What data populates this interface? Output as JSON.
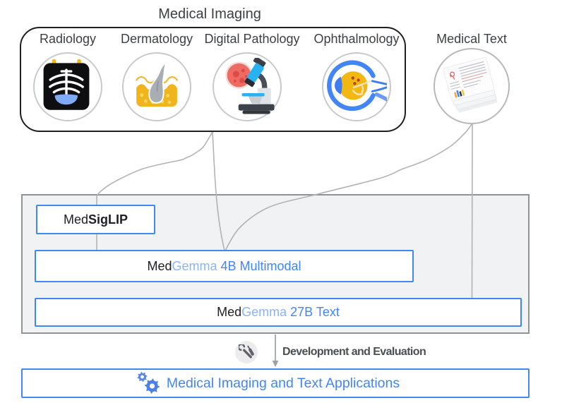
{
  "title": "Medical Imaging",
  "modalities": [
    {
      "label": "Radiology",
      "icon": "radiology-xray-icon"
    },
    {
      "label": "Dermatology",
      "icon": "dermatology-skin-icon"
    },
    {
      "label": "Digital Pathology",
      "icon": "pathology-microscope-icon"
    },
    {
      "label": "Ophthalmology",
      "icon": "ophthalmology-eye-icon"
    }
  ],
  "medical_text": {
    "label": "Medical Text",
    "icon": "documents-stack-icon"
  },
  "models": {
    "medsiglip": {
      "prefix": "Med",
      "name": "SigLIP"
    },
    "gemma_4b": {
      "prefix": "Med",
      "brand": "Gemma",
      "variant": " 4B Multimodal"
    },
    "gemma_27b": {
      "prefix": "Med",
      "brand": "Gemma",
      "variant": " 27B Text"
    }
  },
  "flow": {
    "development_label": "Development and Evaluation",
    "tools_icon": "tools-icon",
    "arrow_icon": "down-arrow-icon"
  },
  "applications": {
    "label": "Medical Imaging and Text Applications",
    "icon": "gears-icon"
  },
  "colors": {
    "accent_blue": "#4285f4",
    "brand_light_blue": "#8ab4f8",
    "container_gray": "#f1f2f3",
    "line_gray": "#b3b3b3",
    "text_dark": "#3c4043"
  }
}
